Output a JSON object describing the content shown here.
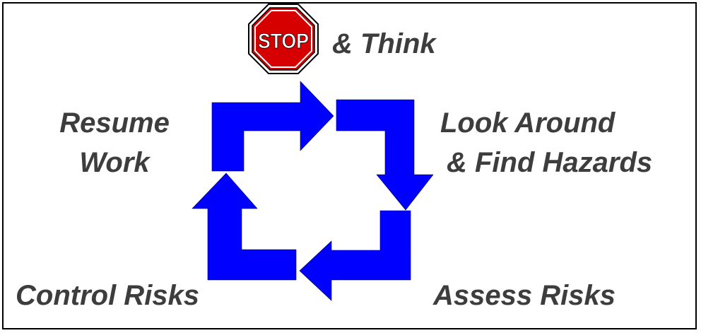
{
  "stop_sign": {
    "text": "STOP",
    "color": "#d60000"
  },
  "title_suffix": "& Think",
  "steps": {
    "look": [
      "Look Around",
      "& Find Hazards"
    ],
    "assess": "Assess Risks",
    "control": "Control Risks",
    "resume": [
      "Resume",
      "Work"
    ]
  },
  "colors": {
    "arrow": "#0000ff",
    "text": "#3d3d3d"
  },
  "icons": [
    "stop-sign-icon",
    "cycle-arrow-icon"
  ]
}
